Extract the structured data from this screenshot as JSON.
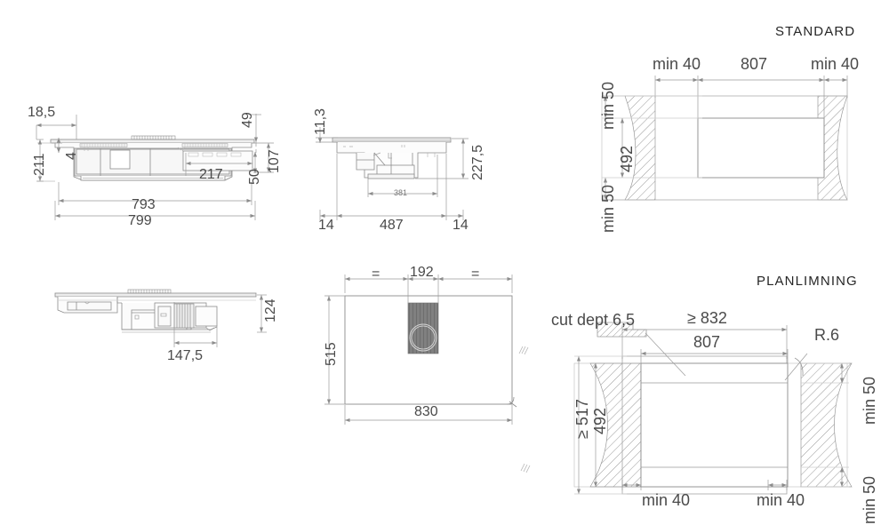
{
  "drawing": {
    "kind": "technical-dimension-drawing",
    "product": "downdraft induction hob",
    "units": "mm",
    "line_color": "#8c8c8c",
    "text_color": "#4a4a4a",
    "title_color": "#262626",
    "hatch_color": "#9a9a9a",
    "fan_fill": "#808080"
  },
  "views": {
    "front_section": {
      "name": "front-section-view",
      "dims": {
        "offset_left": "18,5",
        "glass_thickness": "4",
        "total_height": "211",
        "top_right_offset": "49",
        "right_height": "107",
        "box_height": "50",
        "box_width": "217",
        "body_width": "793",
        "glass_width": "799"
      }
    },
    "side_section": {
      "name": "side-section-view",
      "dims": {
        "glass_thickness": "11,3",
        "total_height": "227,5",
        "inner_depth": "381",
        "body_depth": "487",
        "left_overhang": "14",
        "right_overhang": "14"
      }
    },
    "bottom_section": {
      "name": "bottom-section-view",
      "dims": {
        "height": "124",
        "fan_offset": "147,5"
      }
    },
    "plan": {
      "name": "plan-view",
      "dims": {
        "equal_left": "=",
        "fan_width": "192",
        "equal_right": "=",
        "depth": "515",
        "width": "830"
      }
    },
    "standard": {
      "name": "standard-cutout-view",
      "title": "STANDARD",
      "dims": {
        "min_left": "min 40",
        "cutout_width": "807",
        "min_right": "min 40",
        "min_top": "min 50",
        "cutout_depth": "492",
        "min_bottom": "min 50"
      }
    },
    "planlimning": {
      "name": "planlimning-cutout-view",
      "title": "PLANLIMNING",
      "dims": {
        "cut_depth": "cut dept 6,5",
        "outer_width": "≥ 832",
        "inner_width": "807",
        "radius": "R.6",
        "outer_depth": "≥ 517",
        "inner_depth": "492",
        "min_top_right": "min 50",
        "min_bottom_right": "min 50",
        "min_bottom_left": "min 40",
        "min_bottom_center": "min 40"
      }
    }
  }
}
